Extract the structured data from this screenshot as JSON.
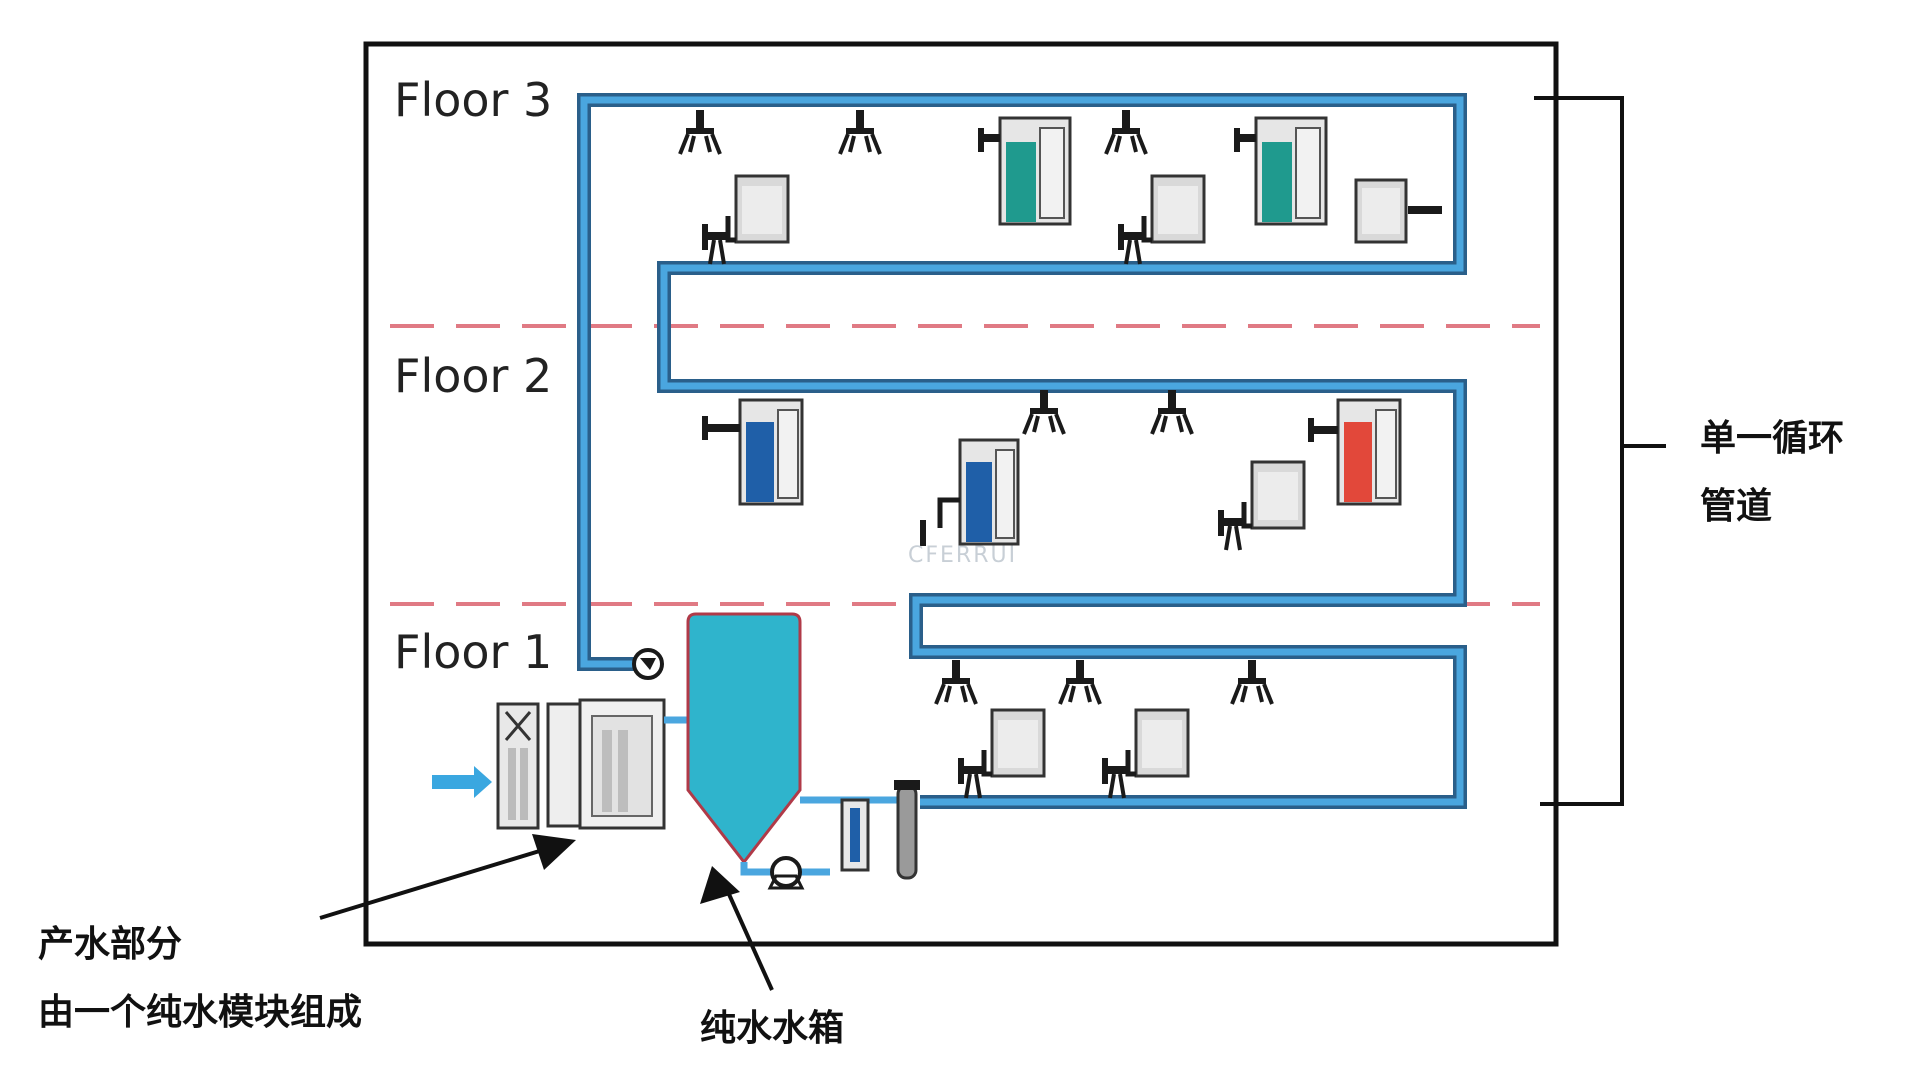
{
  "floors": [
    "Floor 3",
    "Floor 2",
    "Floor 1"
  ],
  "loop_label": {
    "line1": "单一循环",
    "line2": "管道"
  },
  "production_label": {
    "line1": "产水部分",
    "line2": "由一个纯水模块组成"
  },
  "tank_label": "纯水水箱",
  "watermark": "CFERRUI",
  "colors": {
    "pipe": "#3a88c2",
    "tank": "#2fb4cc",
    "floor_divider": "#e07a84",
    "unit_teal": "#1f9a8e",
    "unit_blue": "#1f5fa8",
    "unit_red": "#e2483a"
  }
}
